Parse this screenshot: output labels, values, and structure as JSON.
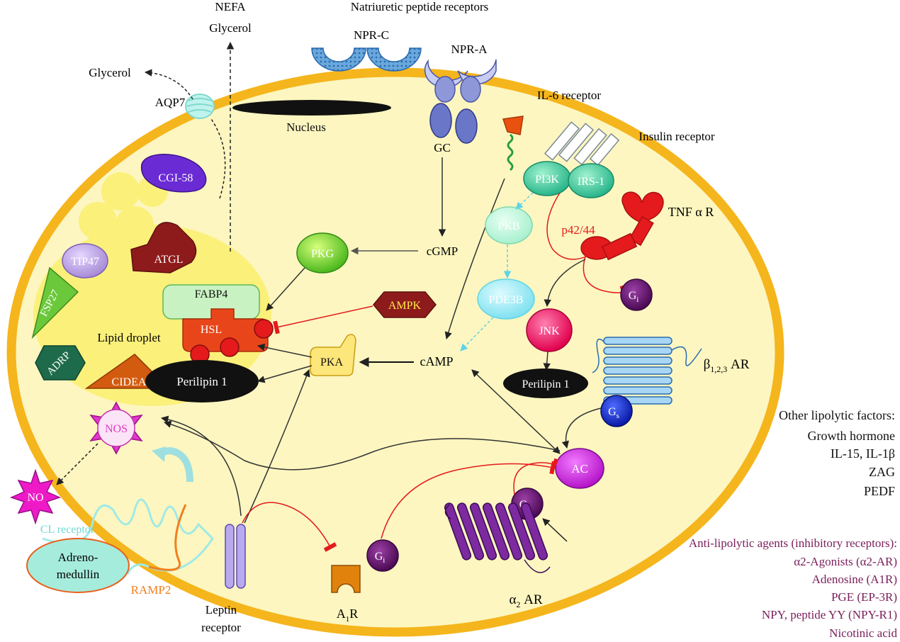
{
  "labels": {
    "nefa": "NEFA",
    "glycerol_top": "Glycerol",
    "glycerol_left": "Glycerol",
    "aqp7": "AQP7",
    "npr_title": "Natriuretic peptide receptors",
    "npr_c": "NPR-C",
    "npr_a": "NPR-A",
    "gc": "GC",
    "nucleus": "Nucleus",
    "il6": "IL-6 receptor",
    "insulin": "Insulin receptor",
    "pi3k": "PI3K",
    "irs1": "IRS-1",
    "tnf": "TNF α R",
    "p4244": "p42/44",
    "pkb": "PKB",
    "pde3b": "PDE3B",
    "jnk": "JNK",
    "gi_tnf": "G",
    "gi_tnf_sub": "i",
    "cgi58": "CGI-58",
    "tip47": "TIP47",
    "atgl": "ATGL",
    "fsp27": "FSP27",
    "adrp": "ADRP",
    "lipid_droplet": "Lipid droplet",
    "cidea": "CIDEA",
    "fabp4": "FABP4",
    "hsl": "HSL",
    "perilipin_ld": "Perilipin 1",
    "perilipin_right": "Perilipin 1",
    "pkg": "PKG",
    "cgmp": "cGMP",
    "ampk": "AMPK",
    "pka": "PKA",
    "camp": "cAMP",
    "beta_ar": "β",
    "beta_ar_sub": "1,2,3",
    "beta_ar_suffix": " AR",
    "gs": "G",
    "gs_sub": "s",
    "ac": "AC",
    "gi_a2": "G",
    "gi_a2_sub": "i",
    "gi_a1": "G",
    "gi_a1_sub": "i",
    "a2ar": "α",
    "a2ar_sub": "2",
    "a2ar_suffix": " AR",
    "a1r": "A",
    "a1r_sub": "1",
    "a1r_suffix": "R",
    "nos": "NOS",
    "no": "NO",
    "cl_receptor": "CL receptor",
    "adrenomedullin_1": "Adreno-",
    "adrenomedullin_2": "medullin",
    "ramp2": "RAMP2",
    "leptin_1": "Leptin",
    "leptin_2": "receptor"
  },
  "lipolytic": {
    "title": "Other lipolytic factors:",
    "items": [
      "Growth hormone",
      "IL-15, IL-1β",
      "ZAG",
      "PEDF"
    ]
  },
  "antilipolytic": {
    "title": "Anti-lipolytic agents (inhibitory receptors):",
    "items": [
      "α2-Agonists (α2-AR)",
      "Adenosine (A1R)",
      "PGE (EP-3R)",
      "NPY, peptide YY (NPY-R1)",
      "Nicotinic acid"
    ]
  },
  "colors": {
    "membrane": "#f5b51c",
    "cytoplasm": "#fdf6c0",
    "lipid_droplet": "#fbf07a",
    "inhibit": "#e41a1c",
    "antilipolytic_text": "#7a1e5a"
  }
}
